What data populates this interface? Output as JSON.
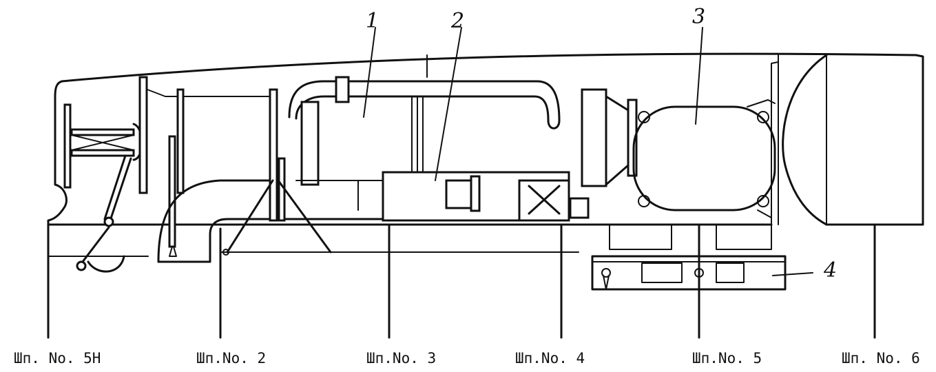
{
  "callouts": {
    "c1": "1",
    "c2": "2",
    "c3": "3",
    "c4": "4"
  },
  "stations": [
    "Шп. No. 5H",
    "Шп.No. 2",
    "Шп.No. 3",
    "Шп.No. 4",
    "Шп.No. 5",
    "Шп. No. 6"
  ],
  "colors": {
    "line": "#111111",
    "background": "#ffffff"
  }
}
